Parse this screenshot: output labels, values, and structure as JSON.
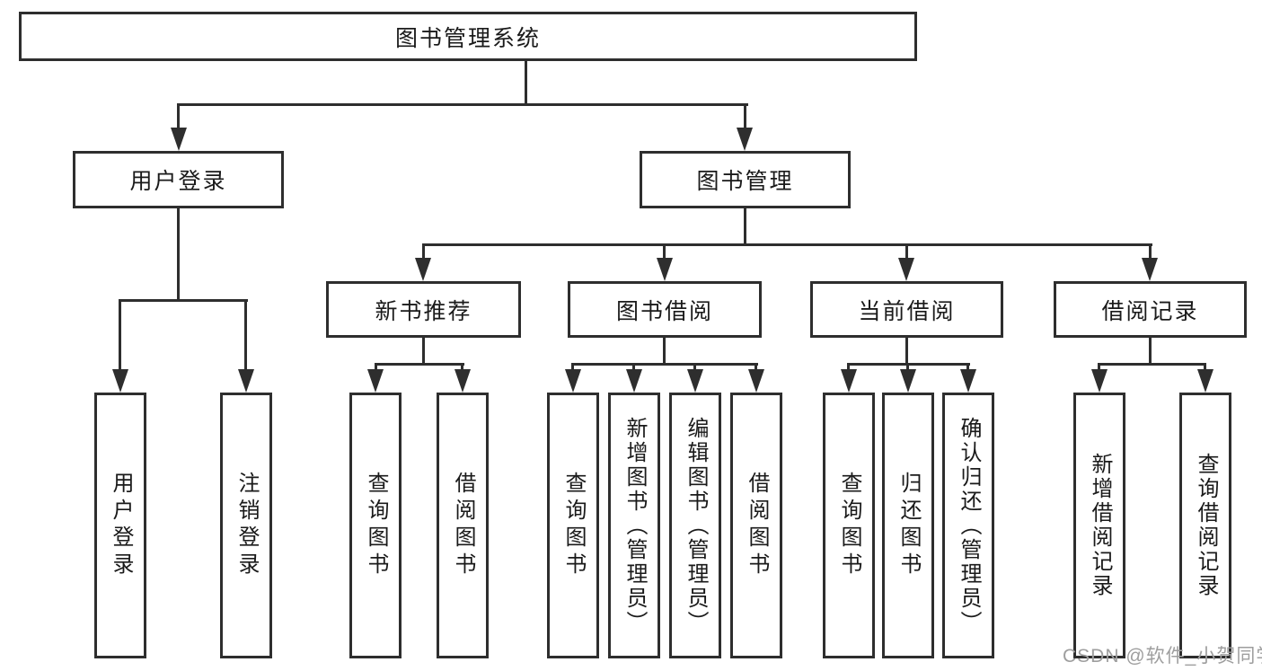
{
  "colors": {
    "line": "#2e2e2e",
    "text": "#1a1a1a",
    "watermark": "#9e9e9e",
    "background": "#ffffff"
  },
  "watermark": {
    "text": "CSDN @软件_小贺同学"
  },
  "diagram": {
    "type": "hierarchy-tree",
    "title": "图书管理系统",
    "branches": [
      {
        "label": "用户登录",
        "children": [
          {
            "label": "用户登录"
          },
          {
            "label": "注销登录"
          }
        ]
      },
      {
        "label": "图书管理",
        "children": [
          {
            "label": "新书推荐",
            "children": [
              {
                "label": "查询图书"
              },
              {
                "label": "借阅图书"
              }
            ]
          },
          {
            "label": "图书借阅",
            "children": [
              {
                "label": "查询图书"
              },
              {
                "label": "新增图书（管理员）"
              },
              {
                "label": "编辑图书（管理员）"
              },
              {
                "label": "借阅图书"
              }
            ]
          },
          {
            "label": "当前借阅",
            "children": [
              {
                "label": "查询图书"
              },
              {
                "label": "归还图书"
              },
              {
                "label": "确认归还（管理员）"
              }
            ]
          },
          {
            "label": "借阅记录",
            "children": [
              {
                "label": "新增借阅记录"
              },
              {
                "label": "查询借阅记录"
              }
            ]
          }
        ]
      }
    ]
  }
}
